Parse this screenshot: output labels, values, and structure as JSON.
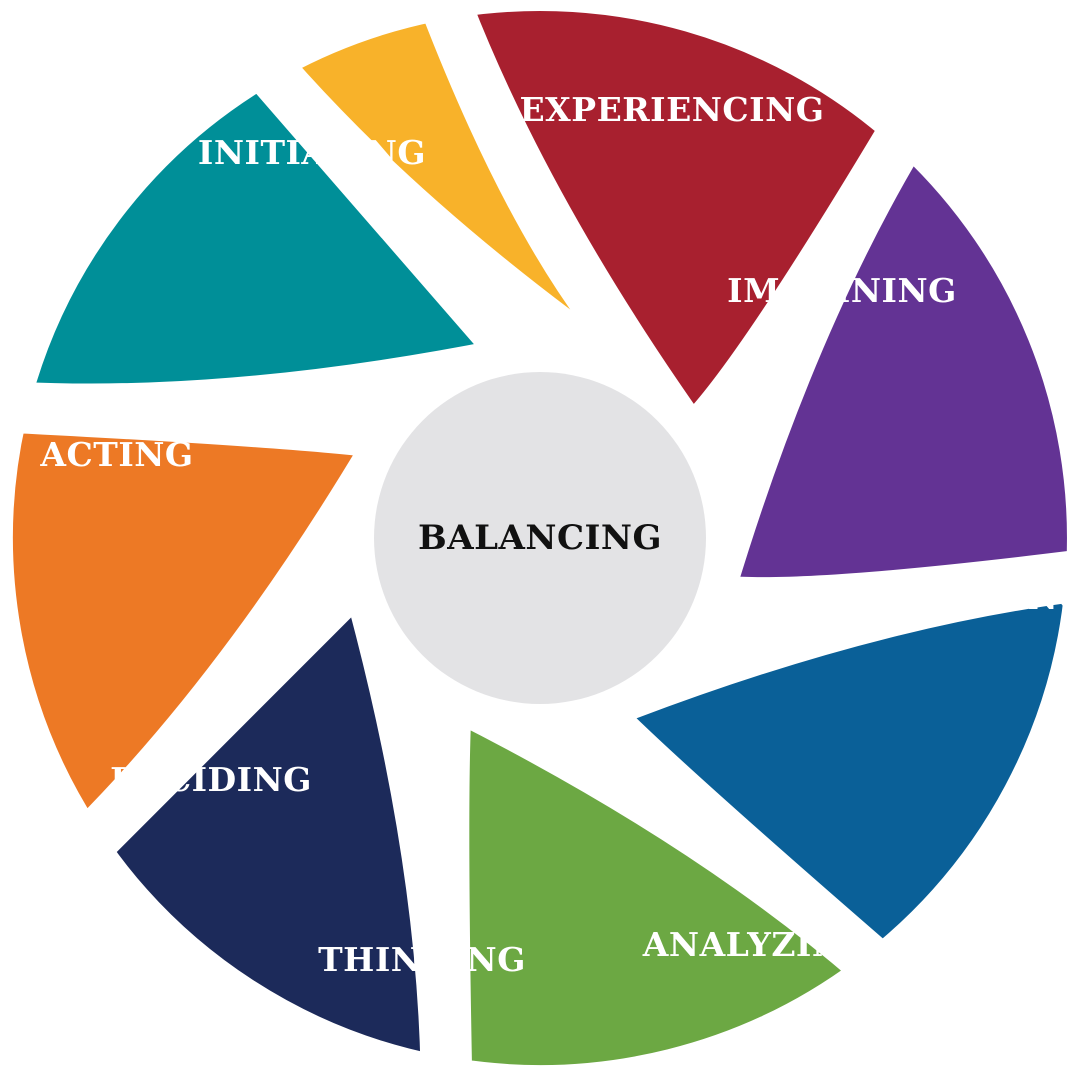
{
  "center": {
    "label": "BALANCING",
    "color": "#e3e3e5"
  },
  "segments": [
    {
      "id": "experiencing",
      "label": "EXPERIENCING",
      "color": "#a8202f"
    },
    {
      "id": "imagining",
      "label": "IMAGINING",
      "color": "#633394"
    },
    {
      "id": "reflecting",
      "label": "REFLECTING",
      "color": "#0a6098"
    },
    {
      "id": "analyzing",
      "label": "ANALYZING",
      "color": "#6ca843"
    },
    {
      "id": "thinking",
      "label": "THINKING",
      "color": "#1c2a5a"
    },
    {
      "id": "deciding",
      "label": "DECIDING",
      "color": "#ed7925"
    },
    {
      "id": "acting",
      "label": "ACTING",
      "color": "#008f98"
    },
    {
      "id": "initiating",
      "label": "INITIATING",
      "color": "#f8b22a"
    }
  ]
}
